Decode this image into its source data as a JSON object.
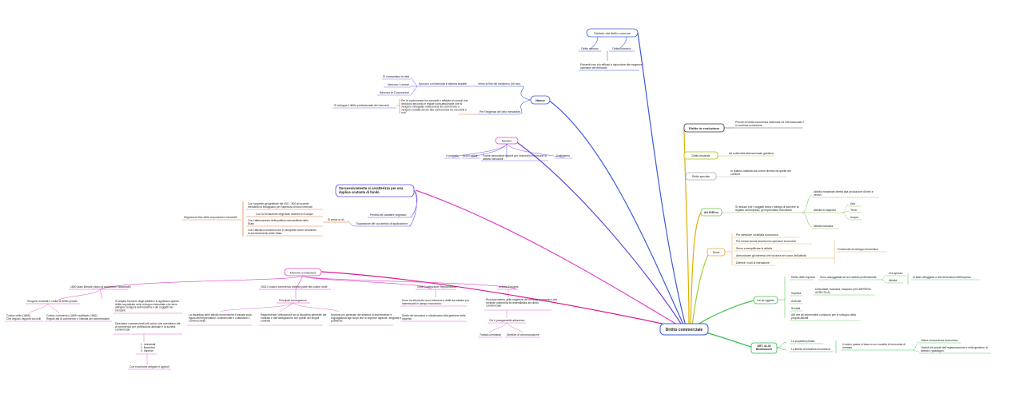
{
  "root": {
    "label": "Diritto commerciale"
  },
  "topics": {
    "distinto": {
      "label": "Distinto dal diritto comune",
      "children": [
        "Diritto romano",
        "Diritto canonico"
      ],
      "note": "Entrambi non più efficaci a rispondere alle esigenze operative dei mercanti"
    },
    "nasce": {
      "label": "Nasce",
      "b1": "Verso la fine del medioevo (XII sec)",
      "b1_child": "Epoca in cui tramonta il sistema feudale",
      "b1_items": [
        "Si rinnovellano le città",
        "Nascono i comuni",
        "Nascono le Corporazioni"
      ],
      "b2": "Per l'esigenza dei ceto mercantile",
      "b2_note": "Per le controversie tra mercanti è affidata ai consoli che decidono secondo le regole consuetudinarie che si vengono sviluppate nella prassi dei commercio e vengono redatte anche alla controversia tra mercanti e non",
      "b2_side": "Si sviluppa il diritto professionale dei mercanti"
    },
    "nazione": {
      "label": "Nazione",
      "items": [
        "Il contratto",
        "Nuovi istituti",
        "Forme associative tipiche per l'esercizio in comune di attività mercantili",
        "Il fallimento"
      ]
    },
    "succ": {
      "label": "Successivamente si caratterizza per una duplice costante di fondo",
      "perdita": "Perdita del carattere originario",
      "espansione": "Espansione del suo ambito di applicazione",
      "hub": "Si arriva a ciò",
      "left": "Segnano la fine delle corporazioni mercantili",
      "items": [
        "Con scoperte geografiche del 400 – 500 gli scambi mercantili si sviluppano per l'apertura di nuovi mercati",
        "Con la formazione degli stati moderni in Europa",
        "Con l'affermazione della politica mercantilista dello Stato",
        "Con l'attività economica che è riscoperta come strumento di accrescimento della Stato"
      ]
    },
    "diverse": {
      "label": "Diverse evoluzioni",
      "a": "1800 stato liberale (dopo la rivoluzione industriale)",
      "a_left": "Vengono emanati 2 codici di diritto privato",
      "a_left_items": [
        "Codice civile (1865) Che regola i rapporti tra civili",
        "Codice commercio (1865 modificato 1882) Regole atti di commercio e l'attività dei commercianti"
      ],
      "a_right": "Si amplia l'numero degli addetti e si applicano questo diritto soprattutto nello sviluppo industriale che deve attingere la figura dell'industria e dei soggetti dei mercanti",
      "a_right2": "Diventano commercianti tutti coloro che esercitano atti di commercio per professione abituale e la società commerciali",
      "list": [
        "1. Industriali",
        "2. Banchieri",
        "3. Imprese"
      ],
      "a_bottom": "Con eccezione artigiani e agricoli",
      "b": "1942 il codice commercio diventa parte del codice civile",
      "b_mid": "Principali conseguenze",
      "b_items": [
        "La disciplina delle attività economiche è basata sulla figura dell'imprenditore commerciale e costituisce il commerciante",
        "Rappresenta l'unificazione se la disciplina generale dei contratti e dell'obbligazione con quelle dei singoli contratti",
        "Nozione più generale del sistema di imprenditore e l'uguaglianza agli scopi fine di imprese agricole, artigiane e pubbliche"
      ],
      "c": "1948 Costituzione Repubblicana",
      "c_items": [
        "Dove ha introdotto nuovi interessi e diritti da tutelare più interessanti in campo economico",
        "Diritto dei lavoratori e collaboratori alla gestione delle imprese"
      ],
      "d": "Unione Europea",
      "d_item": "Riconoscimento delle esigenze del mercato economico che richiede uniformità ed estendibilità del diritto commerciale",
      "d_hub": "Ciò è paragonabile attraverso",
      "d_leaf": [
        "Trattati comunitari",
        "Direttive di armonizzazione"
      ]
    },
    "evoluzione": {
      "label": "Diritto in evoluzione",
      "note": "Perché la realtà economica nazionale ed internazionale è in continua evoluzione"
    },
    "tendente": {
      "label": "Diritto tendente",
      "note": "Ad uniformità internazionale giuridica"
    },
    "speciale": {
      "label": "Diritto speciale",
      "note": "In quanto costituito da norme diverse da quelle del comune"
    },
    "art2195": {
      "label": "Art 2195 cc",
      "note": "Si deduce che i soggetti fanno l'obbligo di iscrivere al registro dell'impresa, gli imprenditori esercitanti",
      "items": [
        "Attività industriale diretta alla produzione di beni e servizi",
        "Attività di trasporto",
        "Attività bancaria"
      ],
      "trasporto": [
        "Aria",
        "Terra",
        "Acqua"
      ]
    },
    "serve": {
      "label": "Serve",
      "items": [
        "Per stimolare un'attività economica",
        "Per creare vincoli favorisci tra operatori economici",
        "Serve a semplificare le attività",
        "Armonizzare gli interessi che incontra nel corso dell'attività",
        "Definire i ruoli di interazione"
      ],
      "result": "Funzionale di sviluppo economico"
    },
    "oggetto": {
      "label": "Ha ad oggetto",
      "a": "Diritto delle imprese",
      "a_note": "Sono assoggettati ad uno statuto professionale",
      "a_items": [
        "Ora spesso",
        "Attività"
      ],
      "a_result": "In base all'oggetto e alle dimensioni dell'impresa",
      "b": "Impresa",
      "b_note": "Umbodiale, bancaria, trasporto (NO IMPRESA AGRICOLA)",
      "c": "Aziende",
      "d": "Società",
      "e_note": "Atti che gli imprenditori compiono per lo sviluppo della propria attività"
    },
    "art4142": {
      "label": "ART. 41-42 Riconoscere",
      "items": [
        "La proprietà privata",
        "La libertà di iniziativa economica"
      ],
      "note": "Il nostro paese si basa su un modello di economia di mercato",
      "results": [
        "Libera concorrenza economica",
        "Libertà dei privati dell'organizzazione e nella gestione di attività e guadagno"
      ]
    }
  }
}
